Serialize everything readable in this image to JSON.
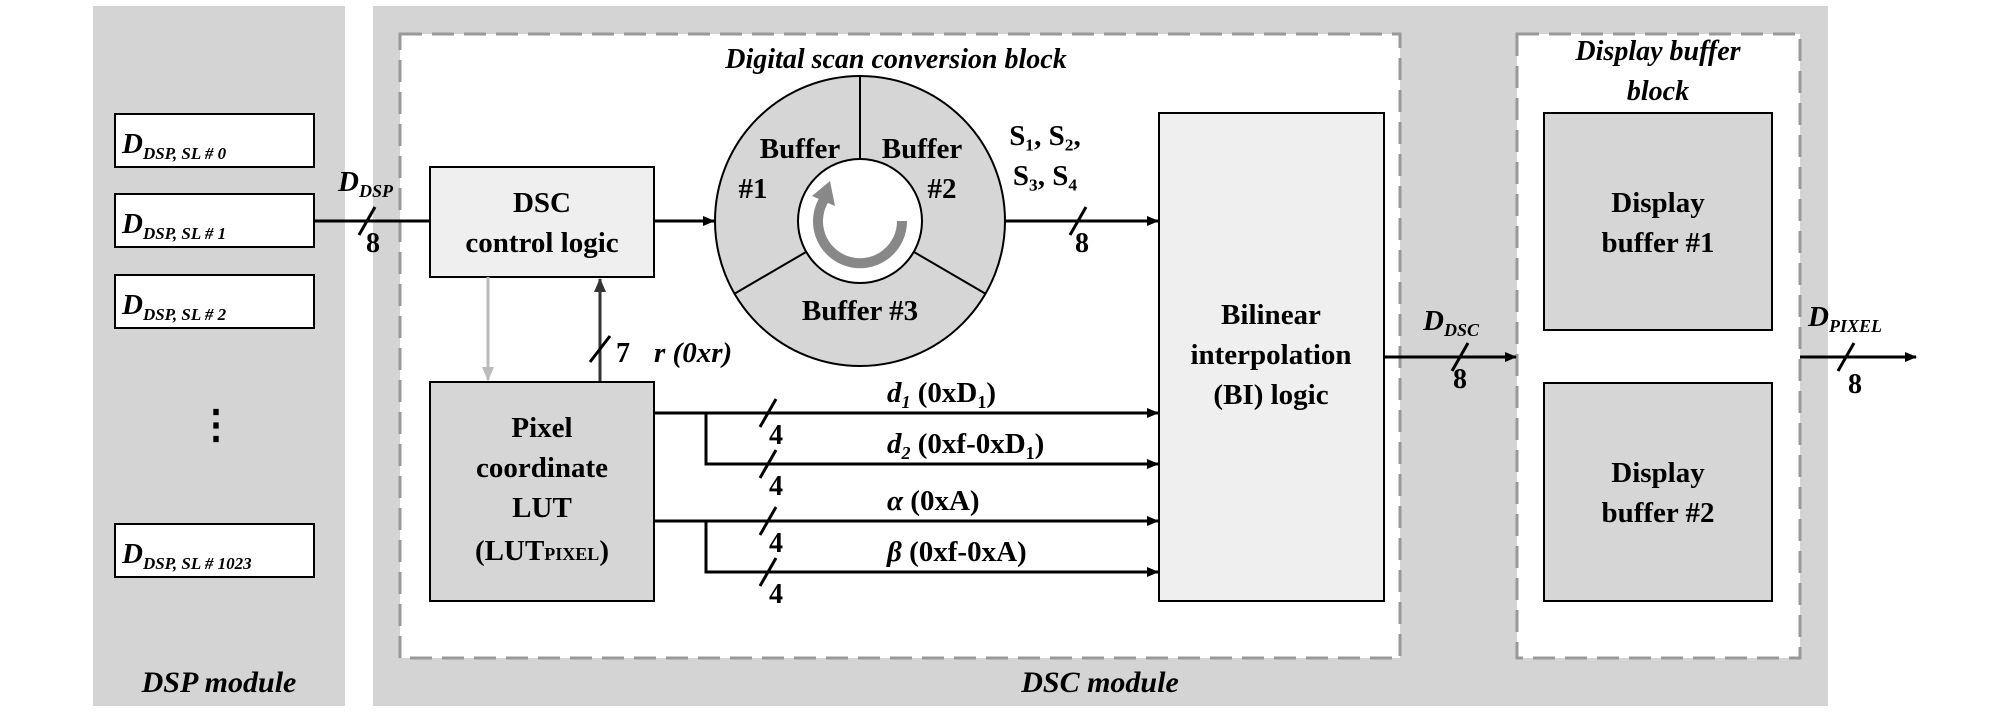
{
  "modules": {
    "dsp_label": "DSP module",
    "dsc_label": "DSC module"
  },
  "blocks": {
    "dsc_block_title": "Digital scan conversion block",
    "display_block_title_line1": "Display buffer",
    "display_block_title_line2": "block"
  },
  "inputs": [
    {
      "base": "D",
      "sub": "DSP, SL # 0"
    },
    {
      "base": "D",
      "sub": "DSP, SL # 1"
    },
    {
      "base": "D",
      "sub": "DSP, SL # 2"
    },
    {
      "base": "D",
      "sub": "DSP, SL # 1023"
    }
  ],
  "ellipsis": "⋮",
  "dsp_signal": {
    "base": "D",
    "sub": "DSP",
    "width": "8"
  },
  "control_logic": {
    "line1": "DSC",
    "line2": "control logic"
  },
  "buffers": {
    "b1_line1": "Buffer",
    "b1_line2": "#1",
    "b2_line1": "Buffer",
    "b2_line2": "#2",
    "b3": "Buffer #3"
  },
  "s_signals": {
    "line1": "S₁, S₂,",
    "line2": "S₃, S₄",
    "width": "8"
  },
  "r_signal": {
    "width": "7",
    "label": "r (0xr)"
  },
  "lut": {
    "line1": "Pixel",
    "line2": "coordinate",
    "line3": "LUT",
    "line4_base": "(LUT",
    "line4_sub": "PIXEL",
    "line4_end": ")"
  },
  "lut_outputs": [
    {
      "sym": "d",
      "sym_sub": "1",
      "value": "(0xD",
      "value_sub": "1",
      "end": ")",
      "width": "4"
    },
    {
      "sym": "d",
      "sym_sub": "2",
      "value": "(0xf-0xD",
      "value_sub": "1",
      "end": ")",
      "width": "4"
    },
    {
      "sym": "α",
      "sym_sub": "",
      "value": "(0xA)",
      "value_sub": "",
      "end": "",
      "width": "4"
    },
    {
      "sym": "β",
      "sym_sub": "",
      "value": "(0xf-0xA)",
      "value_sub": "",
      "end": "",
      "width": "4"
    }
  ],
  "bi_logic": {
    "line1": "Bilinear",
    "line2": "interpolation",
    "line3": "(BI) logic"
  },
  "dsc_signal": {
    "base": "D",
    "sub": "DSC",
    "width": "8"
  },
  "display_buffers": [
    {
      "line1": "Display",
      "line2": "buffer #1"
    },
    {
      "line1": "Display",
      "line2": "buffer #2"
    }
  ],
  "pixel_signal": {
    "base": "D",
    "sub": "PIXEL",
    "width": "8"
  }
}
